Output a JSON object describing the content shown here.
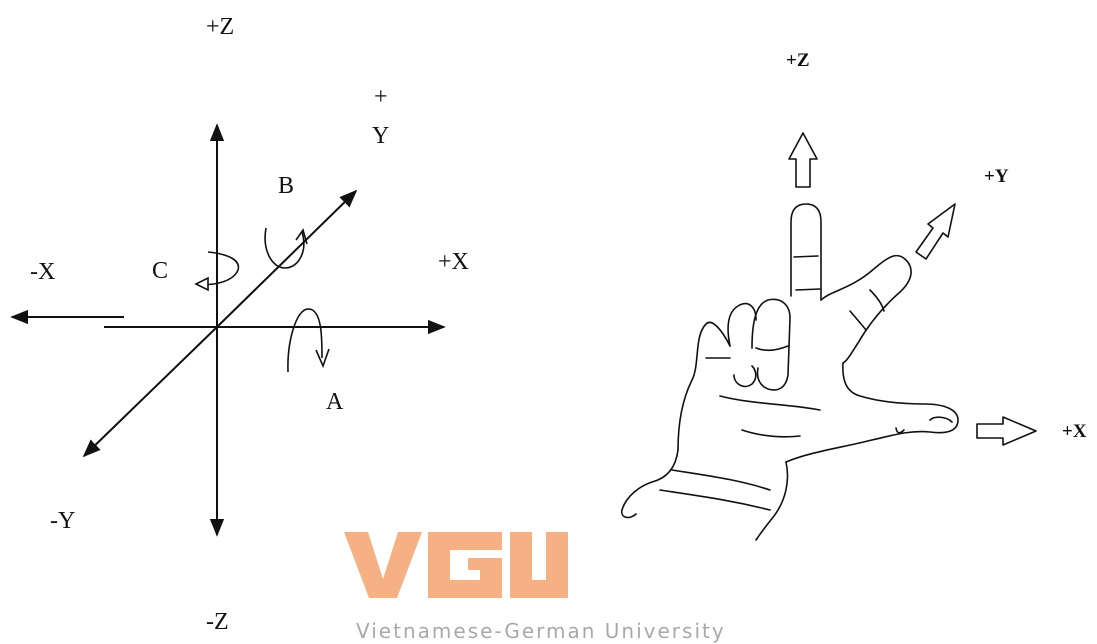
{
  "left_diagram": {
    "labels": {
      "z_pos": "+Z",
      "z_neg": "-Z",
      "y_plus_sign": "+",
      "y_letter": "Y",
      "x_pos": "+X",
      "x_neg": "-X",
      "y_neg": "-Y",
      "rot_a": "A",
      "rot_b": "B",
      "rot_c": "C"
    }
  },
  "right_diagram": {
    "labels": {
      "z_pos": "+Z",
      "y_pos": "+Y",
      "x_pos": "+X"
    }
  },
  "watermark": {
    "logo_text": "VGU",
    "caption": "Vietnamese-German University",
    "color": "#f5b183"
  }
}
